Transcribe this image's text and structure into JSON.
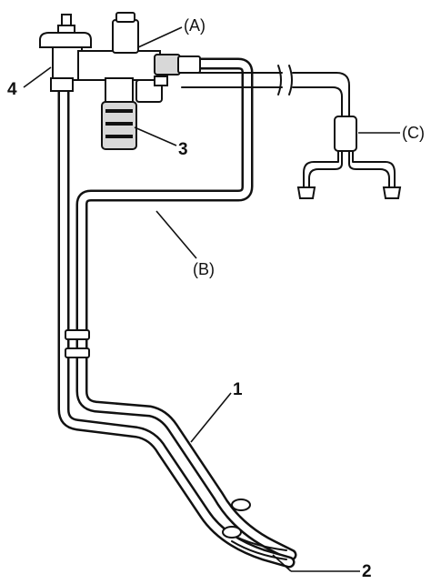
{
  "callouts": {
    "a": "(A)",
    "b": "(B)",
    "c": "(C)",
    "n1": "1",
    "n2": "2",
    "n3": "3",
    "n4": "4"
  }
}
